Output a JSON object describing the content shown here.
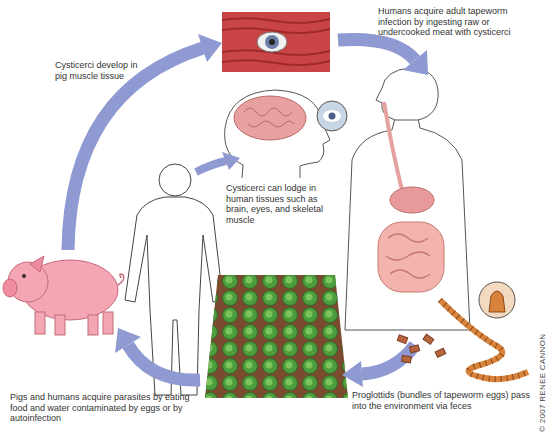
{
  "diagram": {
    "labels": [
      "Humans acquire adult tapeworm infection by ingesting raw or undercooked meat with cysticerci",
      "Cysticerci develop in pig muscle tissue",
      "Cysticerci can lodge in human tissues such as brain, eyes, and skeletal muscle",
      "Proglottids (bundles of tapeworm eggs) pass into the environment via feces",
      "Pigs and humans acquire parasites by eating food and water contaminated by eggs or by autoinfection",
      "© 2007 RENEE CANNON"
    ]
  }
}
